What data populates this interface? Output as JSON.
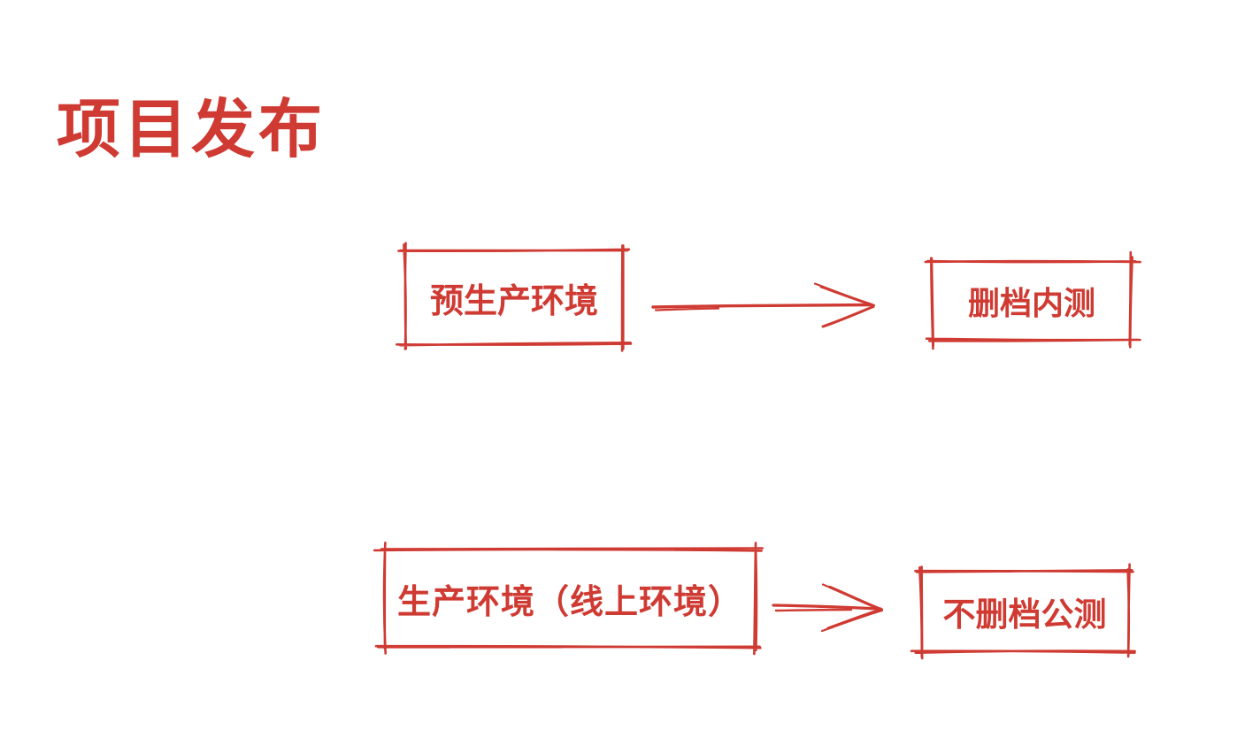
{
  "title": "项目发布",
  "colors": {
    "accent": "#cf3a32",
    "background": "#ffffff"
  },
  "flows": [
    {
      "source": "预生产环境",
      "target": "删档内测"
    },
    {
      "source": "生产环境（线上环境）",
      "target": "不删档公测"
    }
  ]
}
